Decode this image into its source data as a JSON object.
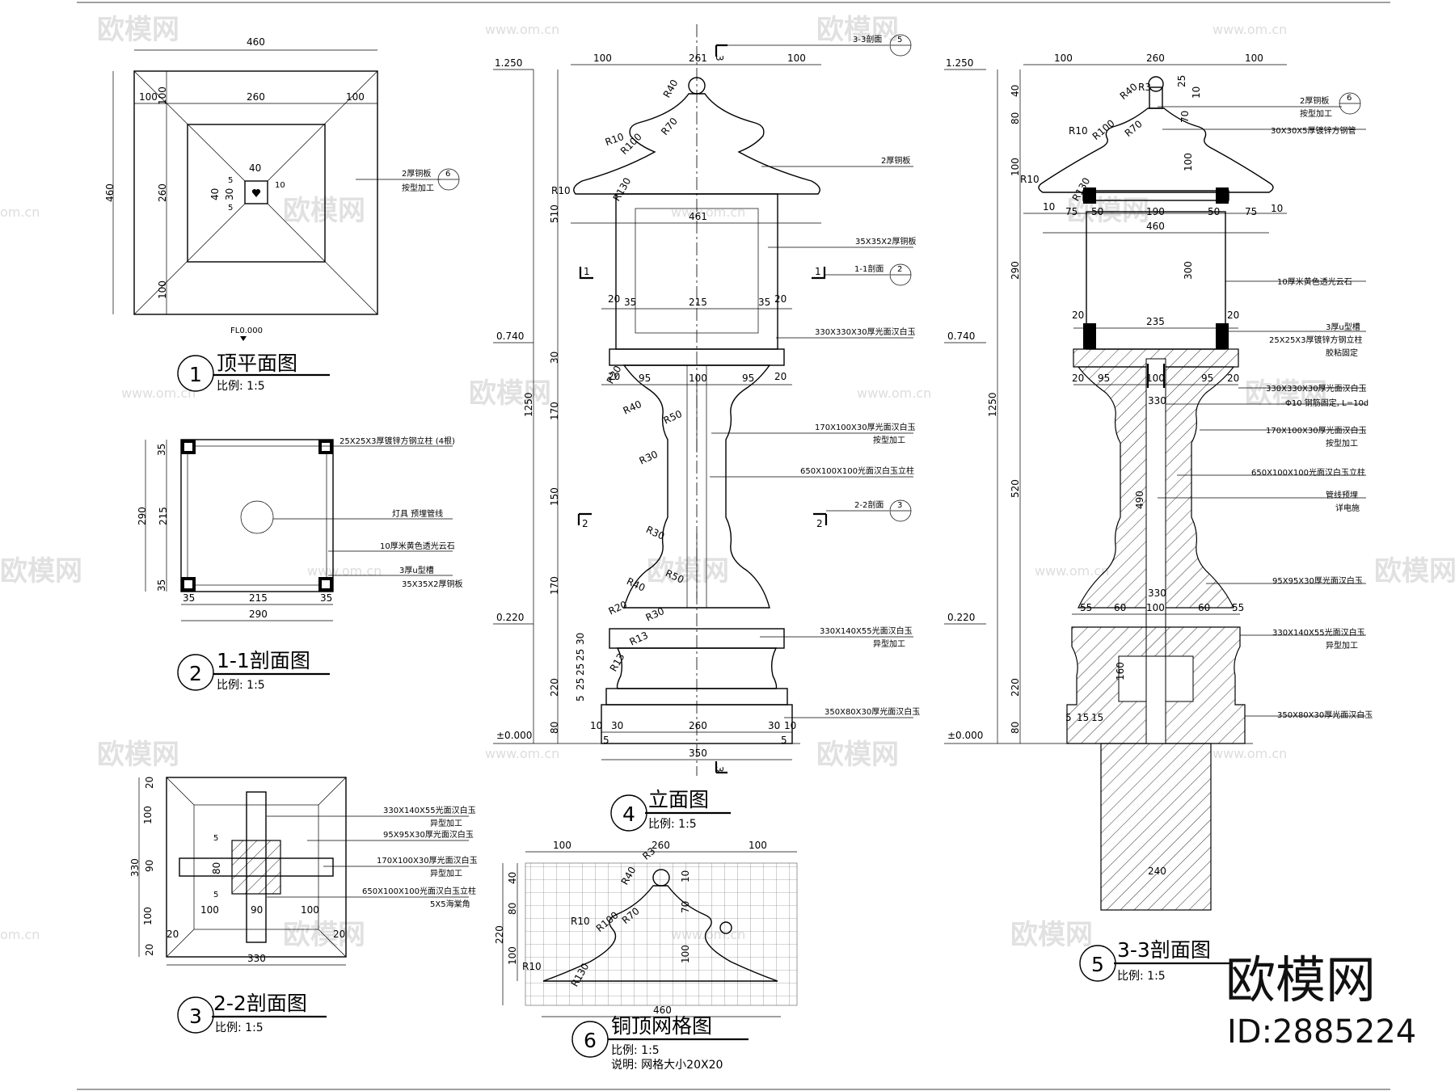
{
  "watermark": {
    "cn": "欧模网",
    "url": "www.om.cn",
    "url_short": "om.cn"
  },
  "brand": {
    "name": "欧模网",
    "id": "ID:2885224"
  },
  "views": {
    "v1": {
      "num": "1",
      "title": "顶平面图",
      "scale": "比例: 1:5"
    },
    "v2": {
      "num": "2",
      "title": "1-1剖面图",
      "scale": "比例: 1:5"
    },
    "v3": {
      "num": "3",
      "title": "2-2剖面图",
      "scale": "比例: 1:5"
    },
    "v4": {
      "num": "4",
      "title": "立面图",
      "scale": "比例: 1:5"
    },
    "v5": {
      "num": "5",
      "title": "3-3剖面图",
      "scale": "比例: 1:5"
    },
    "v6": {
      "num": "6",
      "title": "铜顶网格图",
      "scale": "比例: 1:5",
      "note": "说明: 网格大小20X20"
    }
  },
  "v1": {
    "d460_top": "460",
    "d460_left": "460",
    "d100a": "100",
    "d260": "260",
    "d100b": "100",
    "d100c": "100",
    "d260v": "260",
    "d100d": "100",
    "d40a": "40",
    "d40b": "40",
    "d30": "30",
    "d5a": "5",
    "d5b": "5",
    "d10": "10",
    "note_copper": "2厚铜板",
    "note_copper2": "按型加工",
    "ref6": "6",
    "fl": "FL0.000"
  },
  "v2": {
    "n_post": "25X25X3厚镀锌方钢立柱 (4根)",
    "n_lamp": "灯具  预埋管线",
    "n_stone": "10厚米黄色透光云石",
    "n_slot": "3厚u型槽",
    "n_copper": "35X35X2厚铜板",
    "d35a": "35",
    "d215": "215",
    "d35b": "35",
    "d290": "290",
    "v290": "290",
    "v215": "215",
    "v35a": "35",
    "v35b": "35"
  },
  "v3": {
    "n1": "330X140X55光面汉白玉",
    "n1b": "异型加工",
    "n2": "95X95X30厚光面汉白玉",
    "n3": "170X100X30厚光面汉白玉",
    "n3b": "异型加工",
    "n4": "650X100X100光面汉白玉立柱",
    "n4b": "5X5海棠角",
    "d330": "330",
    "v330": "330",
    "v20a": "20",
    "v100a": "100",
    "v90": "90",
    "v100b": "100",
    "v20b": "20",
    "h20a": "20",
    "h100a": "100",
    "h90": "90",
    "h100b": "100",
    "h20b": "20",
    "s5a": "5",
    "s80": "80",
    "s5b": "5"
  },
  "v4": {
    "lv1250": "1.250",
    "lv0740": "0.740",
    "lv0220": "0.220",
    "lv000": "±0.000",
    "t100a": "100",
    "t261": "261",
    "t100b": "100",
    "d461": "461",
    "d20a": "20",
    "d35a": "35",
    "d215": "215",
    "d35b": "35",
    "d20b": "20",
    "d20c": "20",
    "d95a": "95",
    "d100": "100",
    "d95b": "95",
    "d20d": "20",
    "b10a": "10",
    "b30a": "30",
    "b260": "260",
    "b30b": "30",
    "b10b": "10",
    "b5a": "5",
    "b5b": "5",
    "b350": "350",
    "v1250": "1250",
    "v510": "510",
    "v30": "30",
    "v170a": "170",
    "v150": "150",
    "v170b": "170",
    "v220": "220",
    "v80": "80",
    "v30b": "30",
    "v25a": "25",
    "v25b": "25",
    "v25c": "25",
    "v5": "5",
    "r40": "R40",
    "r70": "R70",
    "r10a": "R10",
    "r100": "R100",
    "r10b": "R10",
    "r130": "R130",
    "r20": "R20",
    "r40b": "R40",
    "r50": "R50",
    "r30": "R30",
    "r30b": "R30",
    "r50b": "R50",
    "r40c": "R40",
    "r20b": "R20",
    "r30c": "R30",
    "r13a": "R13",
    "r13b": "R13",
    "sec33": "3-3剖面",
    "ref5": "5",
    "sec11": "1-1剖面",
    "ref2": "2",
    "sec22": "2-2剖面",
    "ref3": "3",
    "mk1a": "1",
    "mk1b": "1",
    "mk2a": "2",
    "mk2b": "2",
    "mk3a": "3",
    "mk3b": "3",
    "n_copper": "2厚铜板",
    "n_plate": "35X35X2厚铜板",
    "n_top": "330X330X30厚光面汉白玉",
    "n_bracket": "170X100X30厚光面汉白玉",
    "n_bracket2": "按型加工",
    "n_post": "650X100X100光面汉白玉立柱",
    "n_base1": "330X140X55光面汉白玉",
    "n_base1b": "异型加工",
    "n_base2": "350X80X30厚光面汉白玉"
  },
  "v5": {
    "lv1250": "1.250",
    "lv0740": "0.740",
    "lv0220": "0.220",
    "lv000": "±0.000",
    "t100a": "100",
    "t260": "260",
    "t100b": "100",
    "v40": "40",
    "v80": "80",
    "v100": "100",
    "v290": "290",
    "v1250": "1250",
    "v520": "520",
    "v220": "220",
    "v80b": "80",
    "v25": "25",
    "v10": "10",
    "v70": "70",
    "v100b": "100",
    "v300": "300",
    "v490": "490",
    "v160": "160",
    "r40": "R40",
    "r3": "R3",
    "r70": "R70",
    "r10": "R10",
    "r100": "R100",
    "r10b": "R10",
    "r130": "R130",
    "d10a": "10",
    "d50a": "50",
    "d190": "190",
    "d50b": "50",
    "d75a": "75",
    "d75b": "75",
    "d10b": "10",
    "d460": "460",
    "d20a": "20",
    "d235": "235",
    "d20b": "20",
    "d20c": "20",
    "d95a": "95",
    "d100": "100",
    "d95b": "95",
    "d20d": "20",
    "d330": "330",
    "d330b": "330",
    "d55a": "55",
    "d60a": "60",
    "d100b": "100",
    "d60b": "60",
    "d55b": "55",
    "d5": "5",
    "d15a": "15",
    "d15b": "15",
    "d240": "240",
    "n_copper": "2厚铜板",
    "n_copper2": "按型加工",
    "ref6": "6",
    "n_tube": "30X30X5厚镀锌方钢管",
    "n_stone": "10厚米黄色透光云石",
    "n_slot": "3厚u型槽",
    "n_steel": "25X25X3厚镀锌方钢立柱",
    "n_glue": "胶粘固定",
    "n_top": "330X330X30厚光面汉白玉",
    "n_rebar": "Φ10 钢筋固定, L=10d",
    "n_bracket": "170X100X30厚光面汉白玉",
    "n_bracket2": "按型加工",
    "n_post": "650X100X100光面汉白玉立柱",
    "n_pipe": "管线预埋",
    "n_pipe2": "详电施",
    "n_block": "95X95X30厚光面汉白玉",
    "n_base1": "330X140X55光面汉白玉",
    "n_base1b": "异型加工",
    "n_base2": "350X80X30厚光面汉白玉"
  },
  "v6": {
    "t100a": "100",
    "t260": "260",
    "t100b": "100",
    "d460": "460",
    "v40": "40",
    "v80": "80",
    "v100": "100",
    "v220": "220",
    "v10": "10",
    "v70": "70",
    "v100b": "100",
    "r3": "R3",
    "r40": "R40",
    "r10": "R10",
    "r100": "R100",
    "r70": "R70",
    "r10b": "R10",
    "r130": "R130"
  }
}
